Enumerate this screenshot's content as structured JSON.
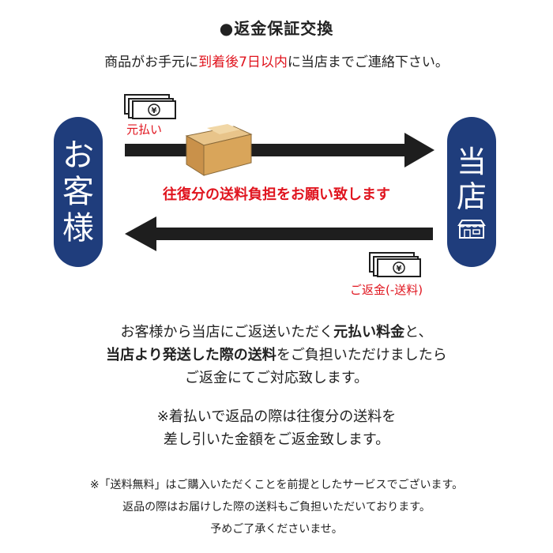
{
  "title": "●返金保証交換",
  "intro": {
    "prefix": "商品がお手元に",
    "highlight": "到着後7日以内",
    "suffix": "に当店までご連絡下さい。"
  },
  "customer_label": [
    "お",
    "客",
    "様"
  ],
  "shop_label": [
    "当",
    "店"
  ],
  "payment_label": "元払い",
  "shipping_note": "往復分の送料負担をお願い致します",
  "refund_label": "ご返金(-送料)",
  "yen_symbol": "¥",
  "paragraph1": {
    "line1_a": "お客様から当店にご返送いただく",
    "line1_b": "元払い料金",
    "line1_c": "と、",
    "line2_a": "当店より発送した際の送料",
    "line2_b": "をご負担いただけましたら",
    "line3": "ご返金にてご対応致します。"
  },
  "paragraph2": {
    "line1": "※着払いで返品の際は往復分の送料を",
    "line2": "差し引いた金額をご返金致します。"
  },
  "notes": [
    "※「送料無料」はご購入いただくことを前提としたサービスでございます。",
    "返品の際はお届けした際の送料もご負担いただいております。",
    "予めご了承くださいませ。"
  ],
  "colors": {
    "navy": "#1f3d7c",
    "red": "#e0141e",
    "arrow": "#1e1e1e",
    "box": "#d9a55a"
  }
}
